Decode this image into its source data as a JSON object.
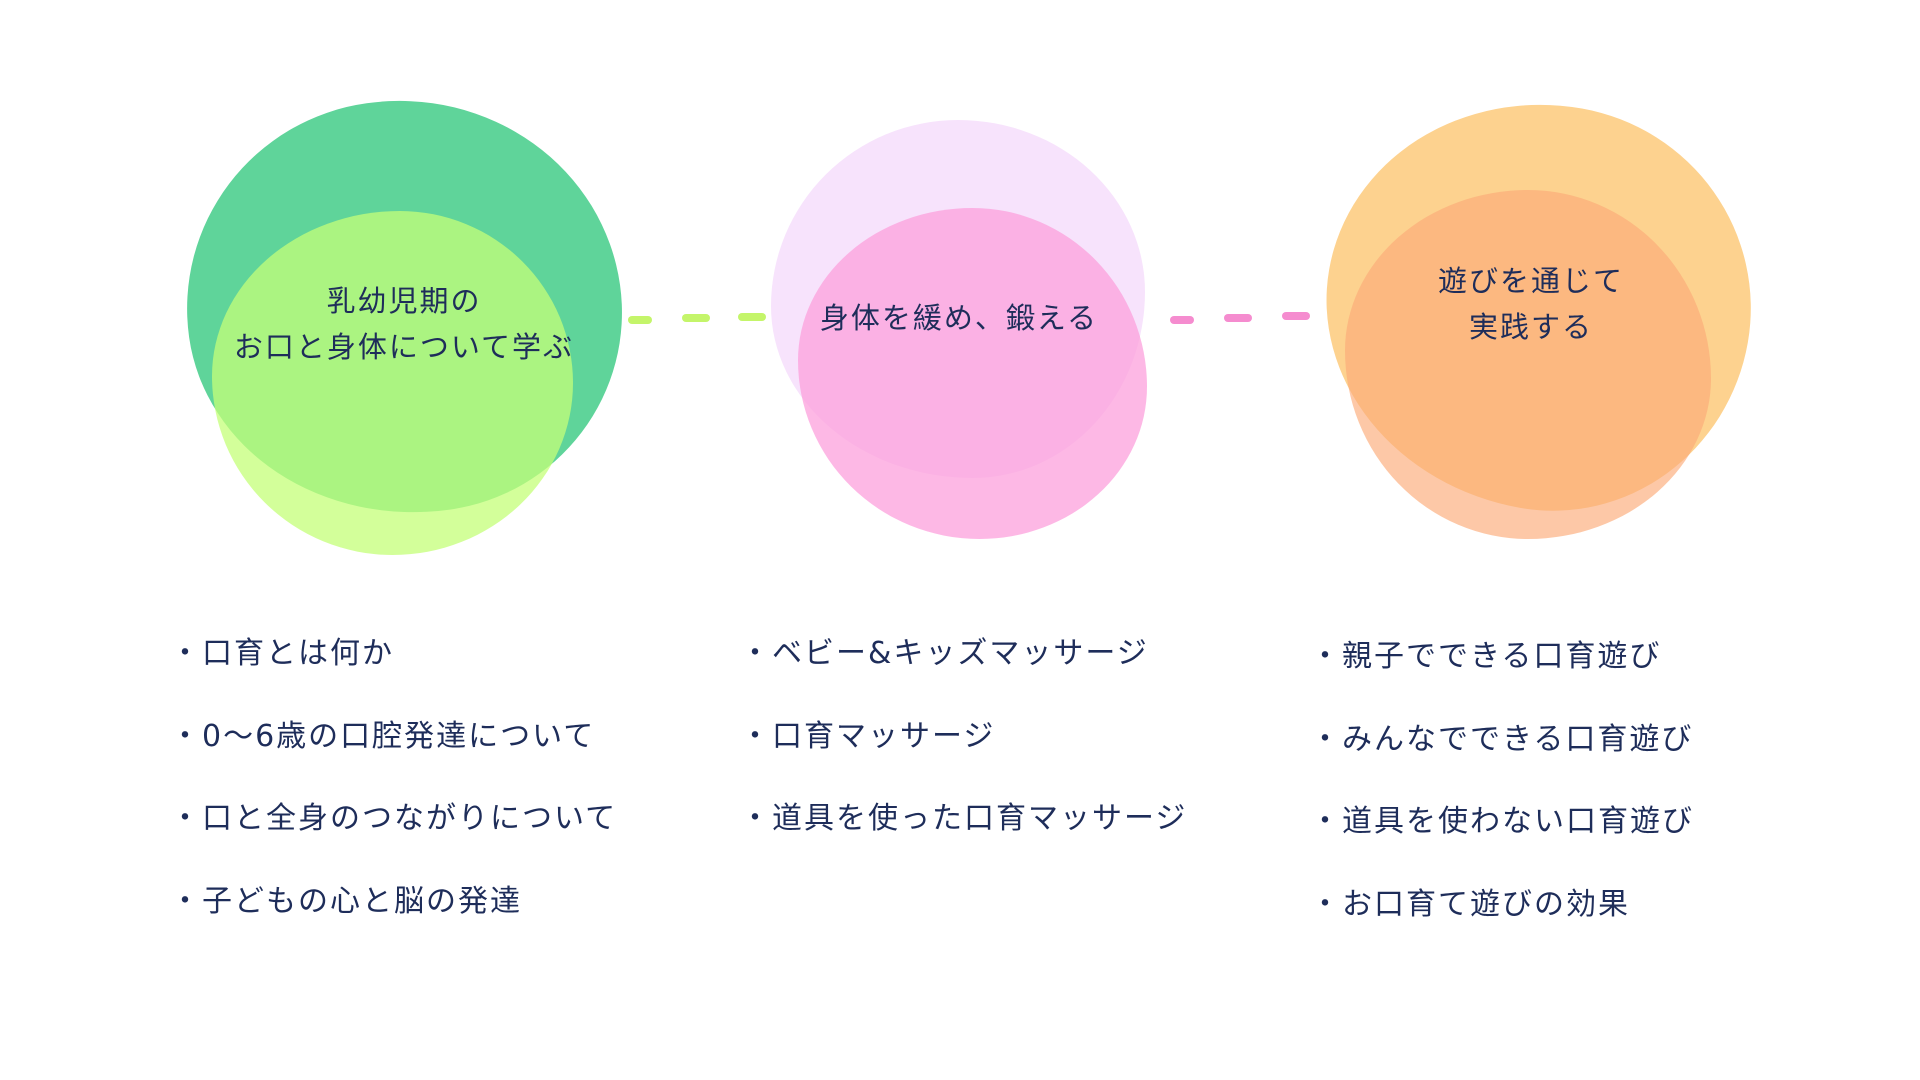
{
  "steps": [
    {
      "title_line1": "乳幼児期の",
      "title_line2": "お口と身体について学ぶ",
      "color": "#5fd49a",
      "items": [
        "口育とは何か",
        "0〜6歳の口腔発達について",
        "口と全身のつながりについて",
        "子どもの心と脳の発達"
      ]
    },
    {
      "title_line1": "身体を緩め、鍛える",
      "color": "#fca0dc",
      "items": [
        "ベビー&キッズマッサージ",
        "口育マッサージ",
        "道具を使った口育マッサージ"
      ]
    },
    {
      "title_line1": "遊びを通じて",
      "title_line2": "実践する",
      "color": "#fdb27a",
      "items": [
        "親子でできる口育遊び",
        "みんなでできる口育遊び",
        "道具を使わない口育遊び",
        "お口育て遊びの効果"
      ]
    }
  ],
  "connectors": [
    {
      "color": "#c4f56a"
    },
    {
      "color": "#f58ccf"
    }
  ]
}
